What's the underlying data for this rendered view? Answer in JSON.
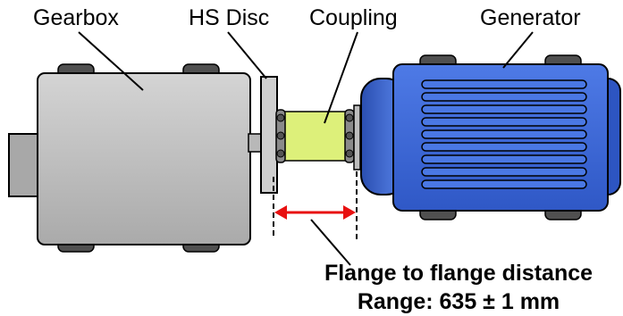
{
  "labels": {
    "gearbox": "Gearbox",
    "hs_disc": "HS Disc",
    "coupling": "Coupling",
    "generator": "Generator"
  },
  "annotation": {
    "line1": "Flange to flange distance",
    "line2": "Range: 635 ± 1 mm"
  },
  "colors": {
    "gearbox": "#c0c0c0",
    "shaft": "#b8b8b8",
    "coupling": "#ddf07a",
    "generator": "#3d69d8",
    "generator_ribs": "#4a78e4",
    "arrow": "#e81010",
    "feet": "#505050"
  }
}
